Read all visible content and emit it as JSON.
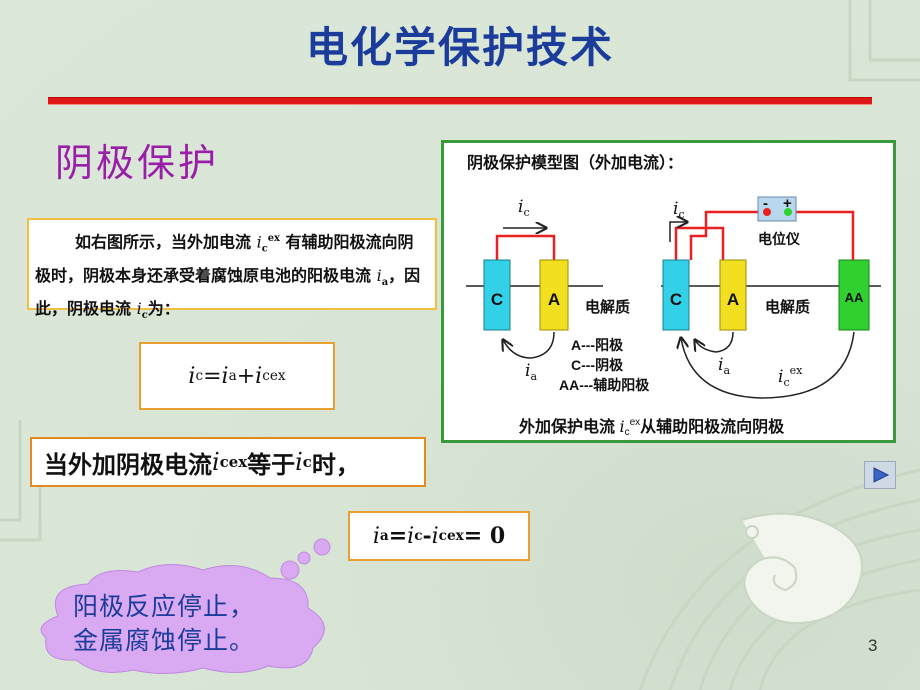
{
  "slide": {
    "title": "电化学保护技术",
    "subtitle": "阴极保护",
    "page_number": "3"
  },
  "paragraph": {
    "part1": "如右图所示，当外加电流 ",
    "part2": " 有辅助阳极流向阴极时，阴极本身还承受着腐蚀原电池的阳极电流 ",
    "part3": "，因此，阴极电流 ",
    "part4": "为："
  },
  "symbols": {
    "i": "i",
    "c": "c",
    "a": "a",
    "ex": "ex"
  },
  "equation1": {
    "eq": " = ",
    "plus": " + "
  },
  "condition": {
    "part1": "当外加阴极电流 ",
    "part2": " 等于 ",
    "part3": " 时，"
  },
  "equation2": {
    "eq": " = ",
    "minus": "- ",
    "result": " = 0"
  },
  "diagram": {
    "heading": "阴极保护模型图（外加电流）：",
    "electrode_c": "C",
    "electrode_a": "A",
    "electrode_aa": "AA",
    "electrolyte": "电解质",
    "meter_label": "电位仪",
    "meter_minus": "-",
    "meter_plus": "+",
    "legend_a": "A---阳极",
    "legend_c": "C---阴极",
    "legend_aa": "AA---辅助阳极",
    "caption_part1": "外加保护电流 ",
    "caption_part2": "从辅助阳极流向阴极"
  },
  "cloud": {
    "line1": "阳极反应停止，",
    "line2": "金属腐蚀停止。"
  },
  "colors": {
    "title": "#1c3c9c",
    "subtitle": "#9a1ea8",
    "rule": "#e01818",
    "cathode": "#33d1e8",
    "anode": "#f2e020",
    "aux_anode": "#2fd02f",
    "wire": "#e82020",
    "cloud": "#d9a9f2"
  },
  "icons": {
    "next": "play-next-icon"
  }
}
